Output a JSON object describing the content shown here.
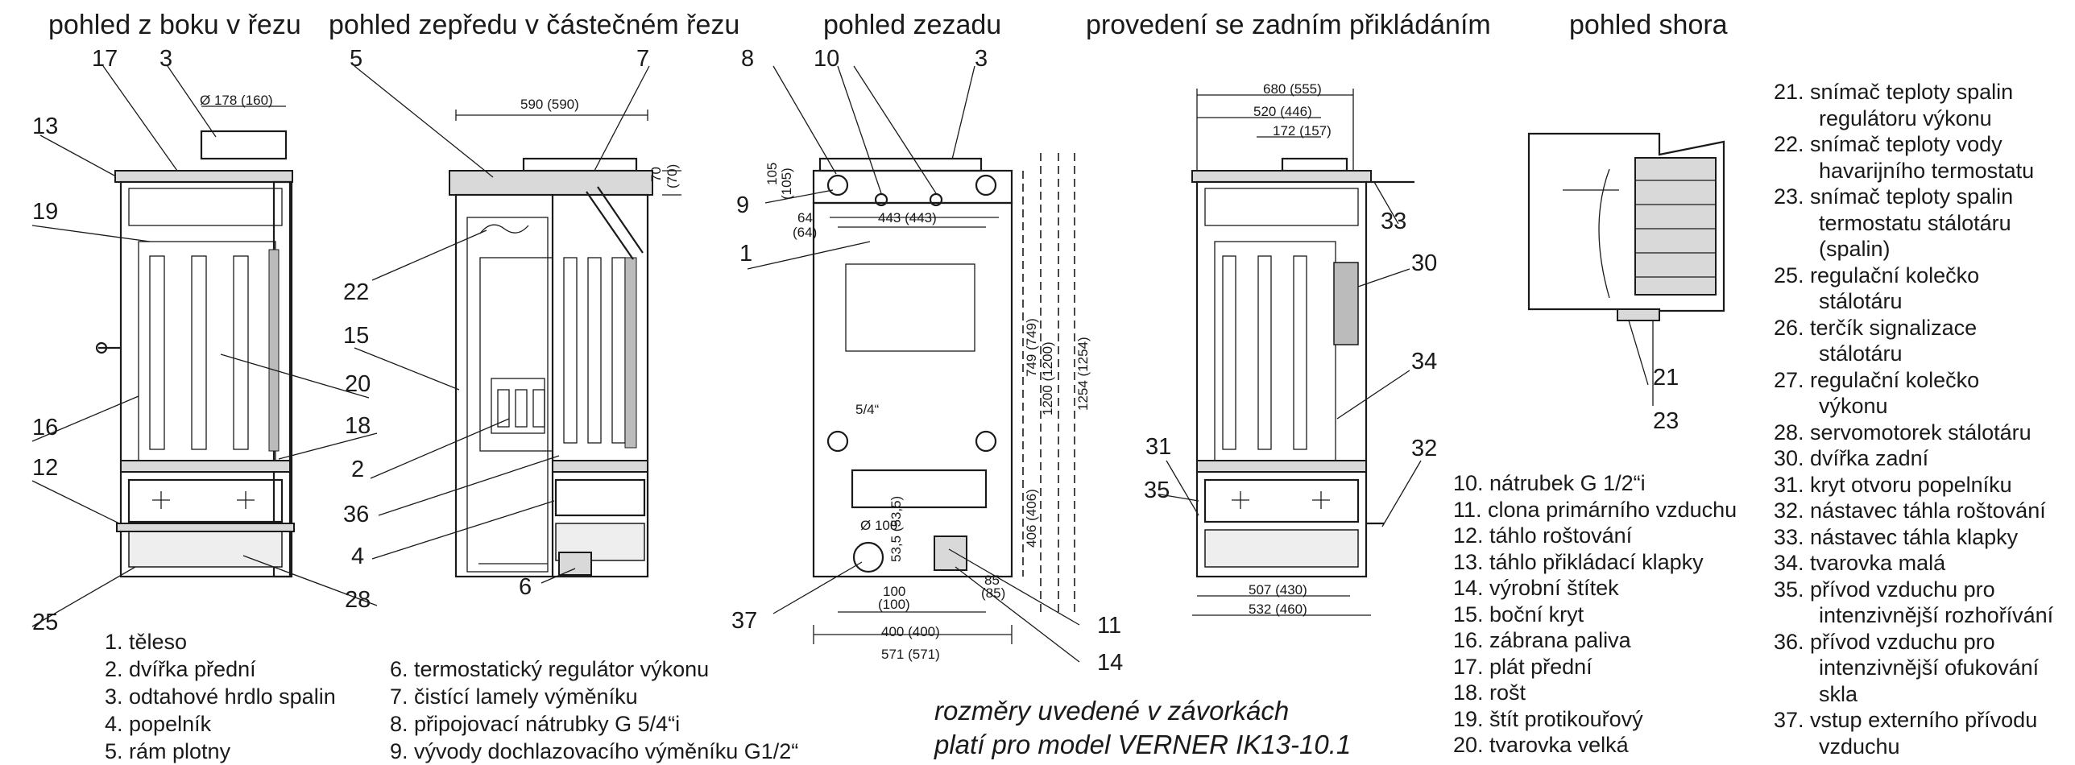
{
  "views": {
    "side": "pohled z boku v řezu",
    "front": "pohled zepředu v částečném řezu",
    "rear": "pohled zezadu",
    "rear_loading": "provedení se zadním přikládáním",
    "top": "pohled shora"
  },
  "callouts": {
    "side": [
      "17",
      "3",
      "13",
      "19",
      "16",
      "12",
      "25",
      "20",
      "18",
      "28"
    ],
    "front": [
      "5",
      "7",
      "22",
      "15",
      "2",
      "36",
      "4",
      "6"
    ],
    "rear": [
      "8",
      "10",
      "3",
      "9",
      "1",
      "37",
      "11",
      "14"
    ],
    "rear_loading": [
      "33",
      "30",
      "34",
      "31",
      "35",
      "32"
    ],
    "top": [
      "21",
      "23"
    ]
  },
  "dimensions": {
    "side_flue": "Ø 178 (160)",
    "front_width": "590 (590)",
    "front_top": "70",
    "front_top_alt": "(70)",
    "rear_105": "105",
    "rear_105_alt": "(105)",
    "rear_64": "64",
    "rear_64_alt": "(64)",
    "rear_443": "443 (443)",
    "rear_749": "749 (749)",
    "rear_1200": "1200 (1200)",
    "rear_1254": "1254 (1254)",
    "rear_406": "406 (406)",
    "rear_thread": "5/4“",
    "rear_d100": "Ø 100",
    "rear_53": "53,5 (53,5)",
    "rear_100": "100",
    "rear_100_alt": "(100)",
    "rear_400": "400 (400)",
    "rear_85": "85",
    "rear_85_alt": "(85)",
    "rear_571": "571 (571)",
    "rl_680": "680 (555)",
    "rl_520": "520 (446)",
    "rl_172": "172 (157)",
    "rl_507": "507 (430)",
    "rl_532": "532 (460)"
  },
  "legend": {
    "col1": [
      "1. těleso",
      "2. dvířka přední",
      "3. odtahové hrdlo spalin",
      "4. popelník",
      "5. rám plotny"
    ],
    "col2": [
      "6. termostatický regulátor výkonu",
      "7. čistící lamely výměníku",
      "8. připojovací nátrubky G 5/4“i",
      "9. vývody dochlazovacího výměníku G1/2“"
    ],
    "col3": [
      "10. nátrubek G 1/2“i",
      "11. clona primárního vzduchu",
      "12.  táhlo roštování",
      "13. táhlo přikládací klapky",
      "14. výrobní štítek",
      "15. boční kryt",
      "16. zábrana paliva",
      "17. plát přední",
      "18. rošt",
      "19. štít protikouřový",
      "20. tvarovka velká"
    ],
    "col4": [
      [
        "21. snímač teploty spalin",
        "regulátoru výkonu"
      ],
      [
        "22. snímač teploty vody",
        "havarijního termostatu"
      ],
      [
        "23. snímač teploty spalin",
        "termostatu stálotáru",
        "(spalin)"
      ],
      [
        "25. regulační kolečko",
        "stálotáru"
      ],
      [
        "26. terčík signalizace",
        "stálotáru"
      ],
      [
        "27. regulační kolečko",
        "výkonu"
      ],
      [
        "28. servomotorek stálotáru"
      ],
      [
        "30. dvířka zadní"
      ],
      [
        "31. kryt otvoru popelníku"
      ],
      [
        "32. nástavec táhla roštování"
      ],
      [
        "33. nástavec táhla klapky"
      ],
      [
        "34. tvarovka malá"
      ],
      [
        "35. přívod vzduchu pro",
        "intenzivnější rozhořívání"
      ],
      [
        "36. přívod vzduchu pro",
        "intenzivnější ofukování",
        "skla"
      ],
      [
        "37. vstup externího přívodu",
        "vzduchu"
      ]
    ]
  },
  "note": [
    "rozměry uvedené v závorkách",
    "platí pro model VERNER IK13-10.1"
  ]
}
